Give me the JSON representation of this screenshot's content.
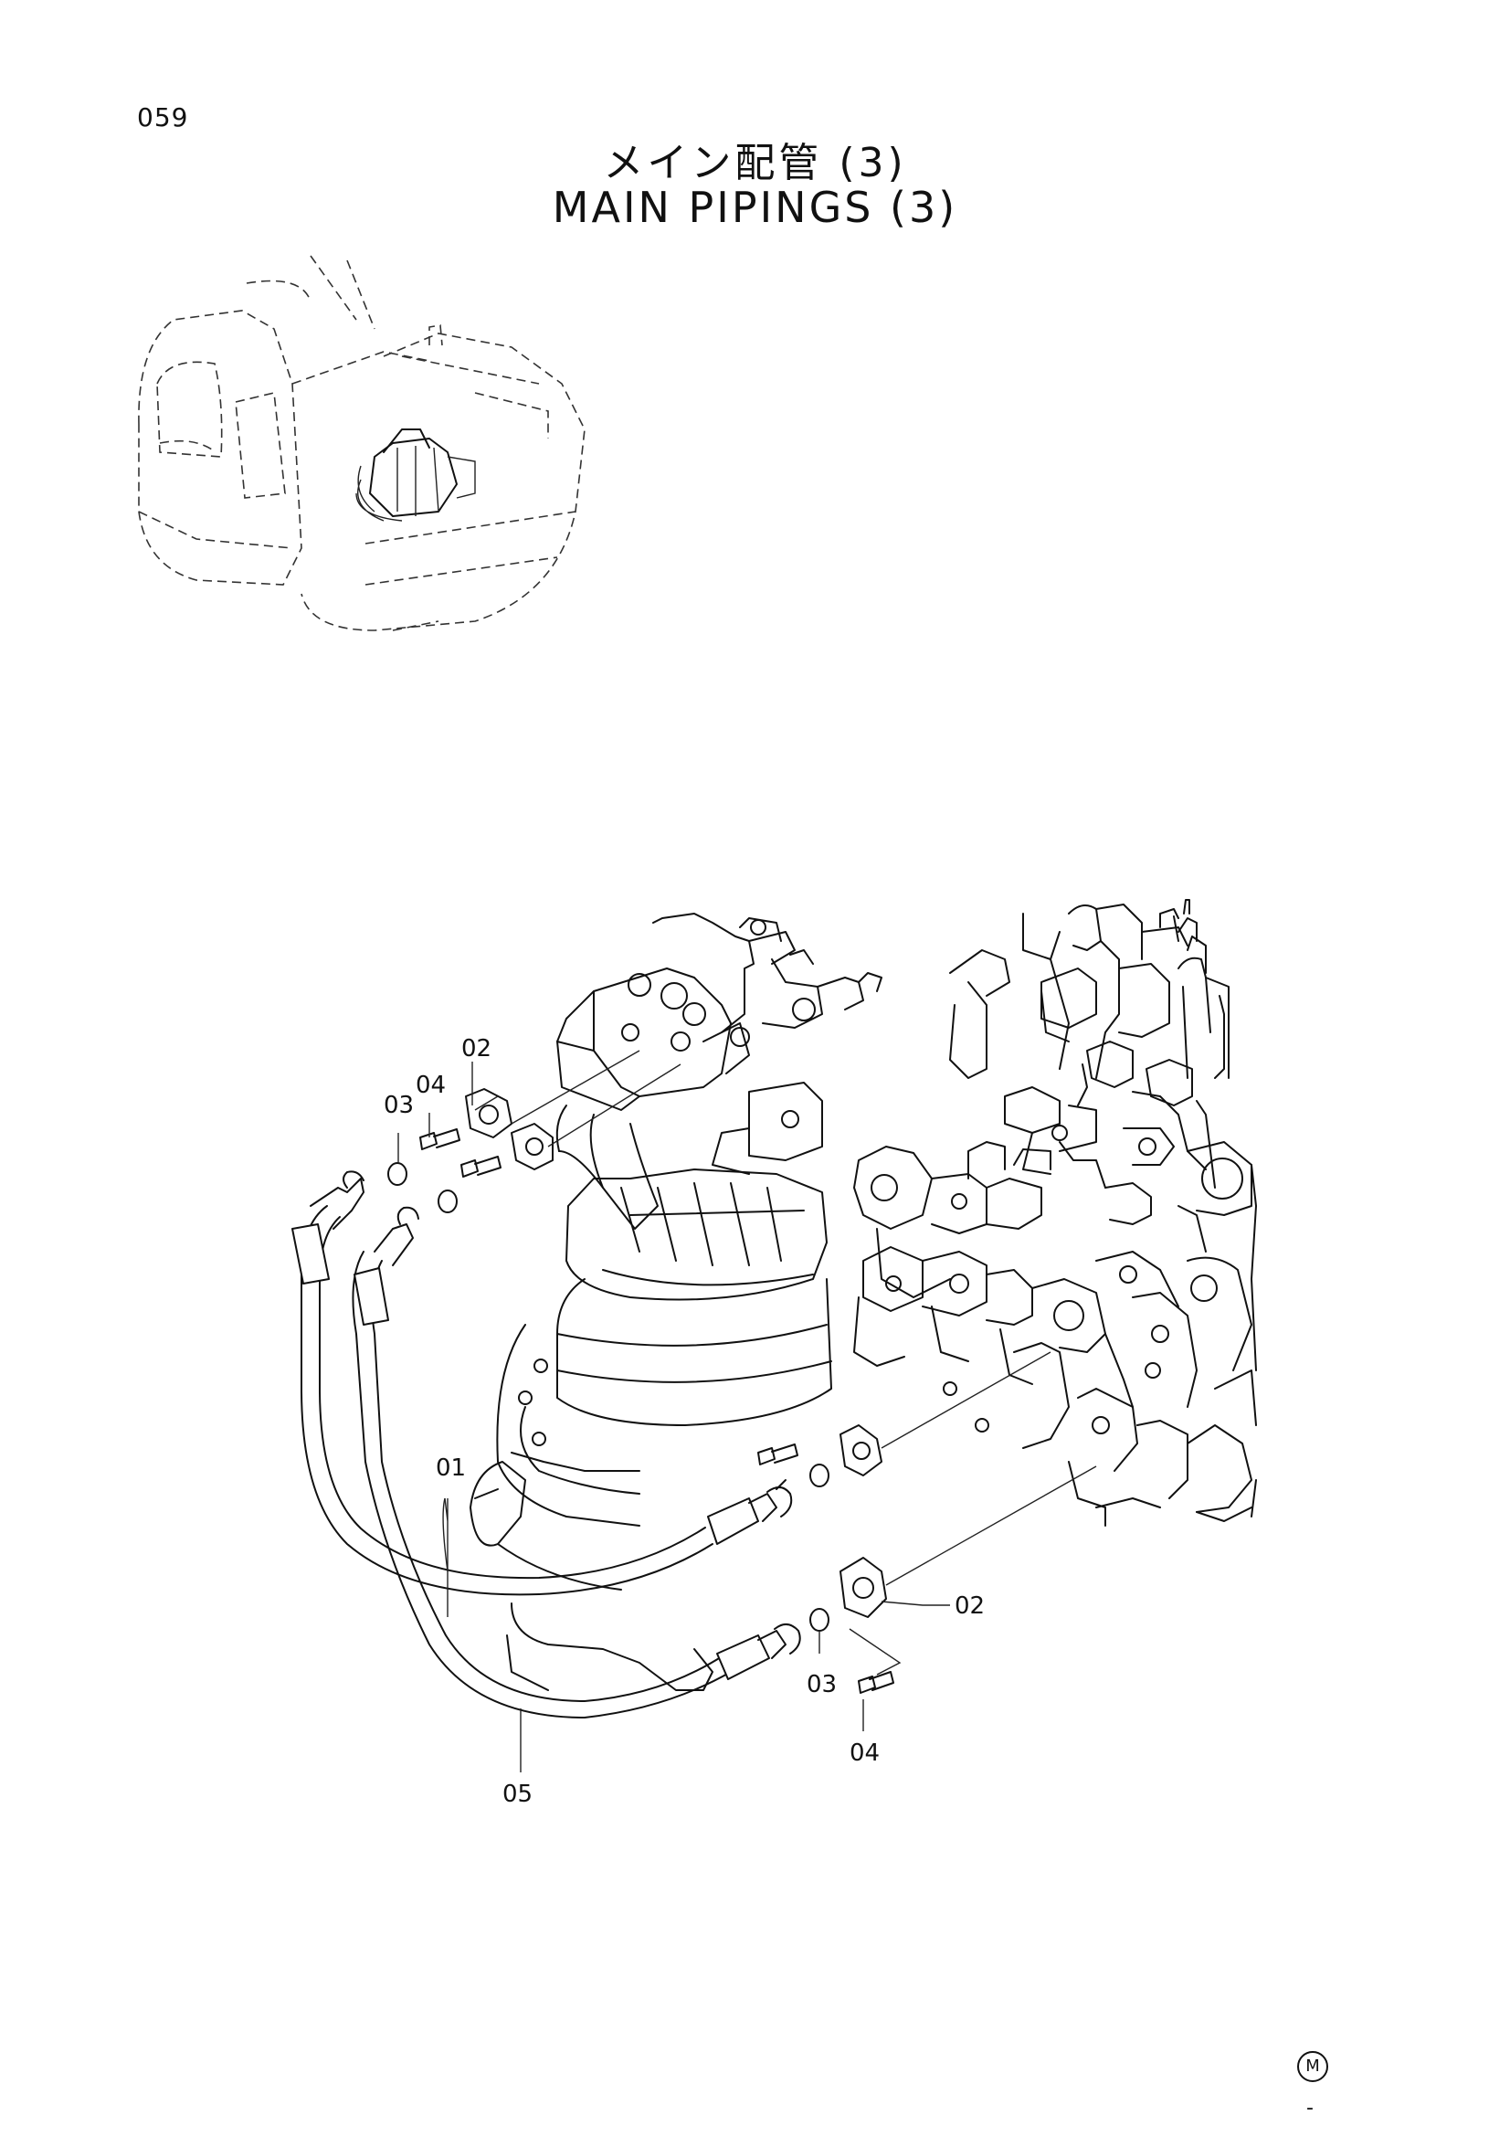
{
  "page": {
    "number": "059"
  },
  "title": {
    "japanese": "メイン配管 (3)",
    "english": "MAIN PIPINGS (3)"
  },
  "callouts": [
    "01",
    "02",
    "03",
    "04",
    "02",
    "03",
    "04",
    "05"
  ],
  "footer": {
    "mark": "M",
    "dash": "-"
  }
}
